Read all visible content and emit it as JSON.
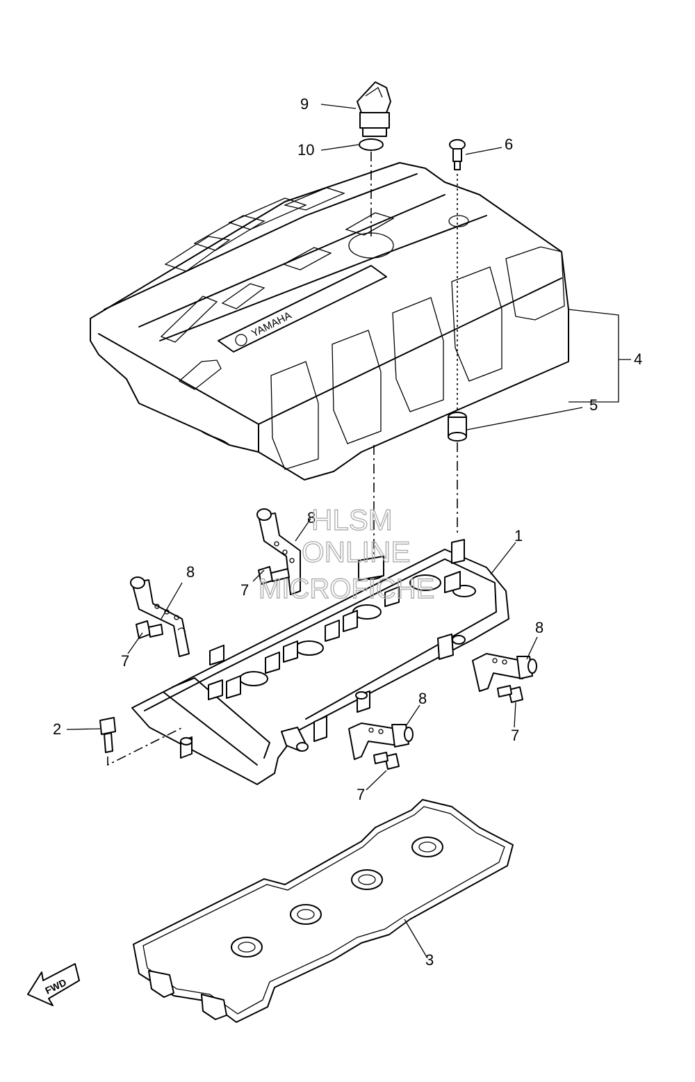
{
  "callouts": [
    {
      "id": "1",
      "label": "1"
    },
    {
      "id": "2",
      "label": "2"
    },
    {
      "id": "3",
      "label": "3"
    },
    {
      "id": "4",
      "label": "4"
    },
    {
      "id": "5",
      "label": "5"
    },
    {
      "id": "6",
      "label": "6"
    },
    {
      "id": "7",
      "label": "7"
    },
    {
      "id": "8",
      "label": "8"
    },
    {
      "id": "9",
      "label": "9"
    },
    {
      "id": "10",
      "label": "10"
    }
  ],
  "cover_badge": "YAMAHA",
  "fwd_arrow": "FWD",
  "watermark": {
    "line1": "HLSM",
    "line2": "ONLINE",
    "line3": "MICROFICHE"
  }
}
